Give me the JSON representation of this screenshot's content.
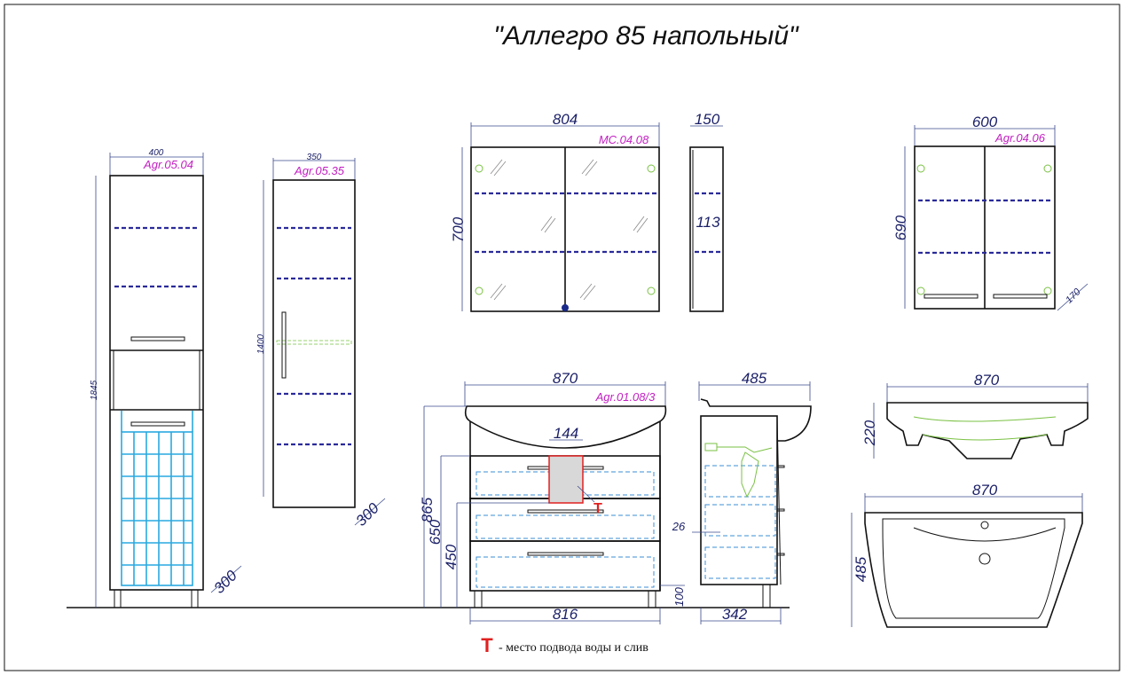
{
  "title": "\"Аллегро 85 напольный\"",
  "tall_cabinet": {
    "model": "Agr.05.04",
    "width": "400",
    "height": "1845",
    "depth": "300"
  },
  "wall_cabinet": {
    "model": "Agr.05.35",
    "width": "350",
    "height": "1400",
    "depth": "300"
  },
  "mirror_cabinet": {
    "model": "MC.04.08",
    "width": "804",
    "height": "700",
    "depth": "150",
    "inner_depth": "113"
  },
  "small_mirror_cabinet": {
    "model": "Agr.04.06",
    "width": "600",
    "height": "690",
    "depth": "170"
  },
  "vanity": {
    "model": "Agr.01.08/3",
    "width": "870",
    "connection_width": "144",
    "total_height": "865",
    "height_650": "650",
    "height_450": "450",
    "leg_height": "100",
    "body_width": "816",
    "depth": "485",
    "body_depth": "342",
    "offset": "26"
  },
  "sink_side": {
    "width": "870",
    "height": "220"
  },
  "sink_top": {
    "width": "870",
    "depth": "485"
  },
  "legend": {
    "symbol": "T",
    "text": "- место подвода воды и слив"
  },
  "colors": {
    "model_label": "#c21fc2",
    "dimension": "#1a1f66",
    "connection": "#e02020"
  }
}
